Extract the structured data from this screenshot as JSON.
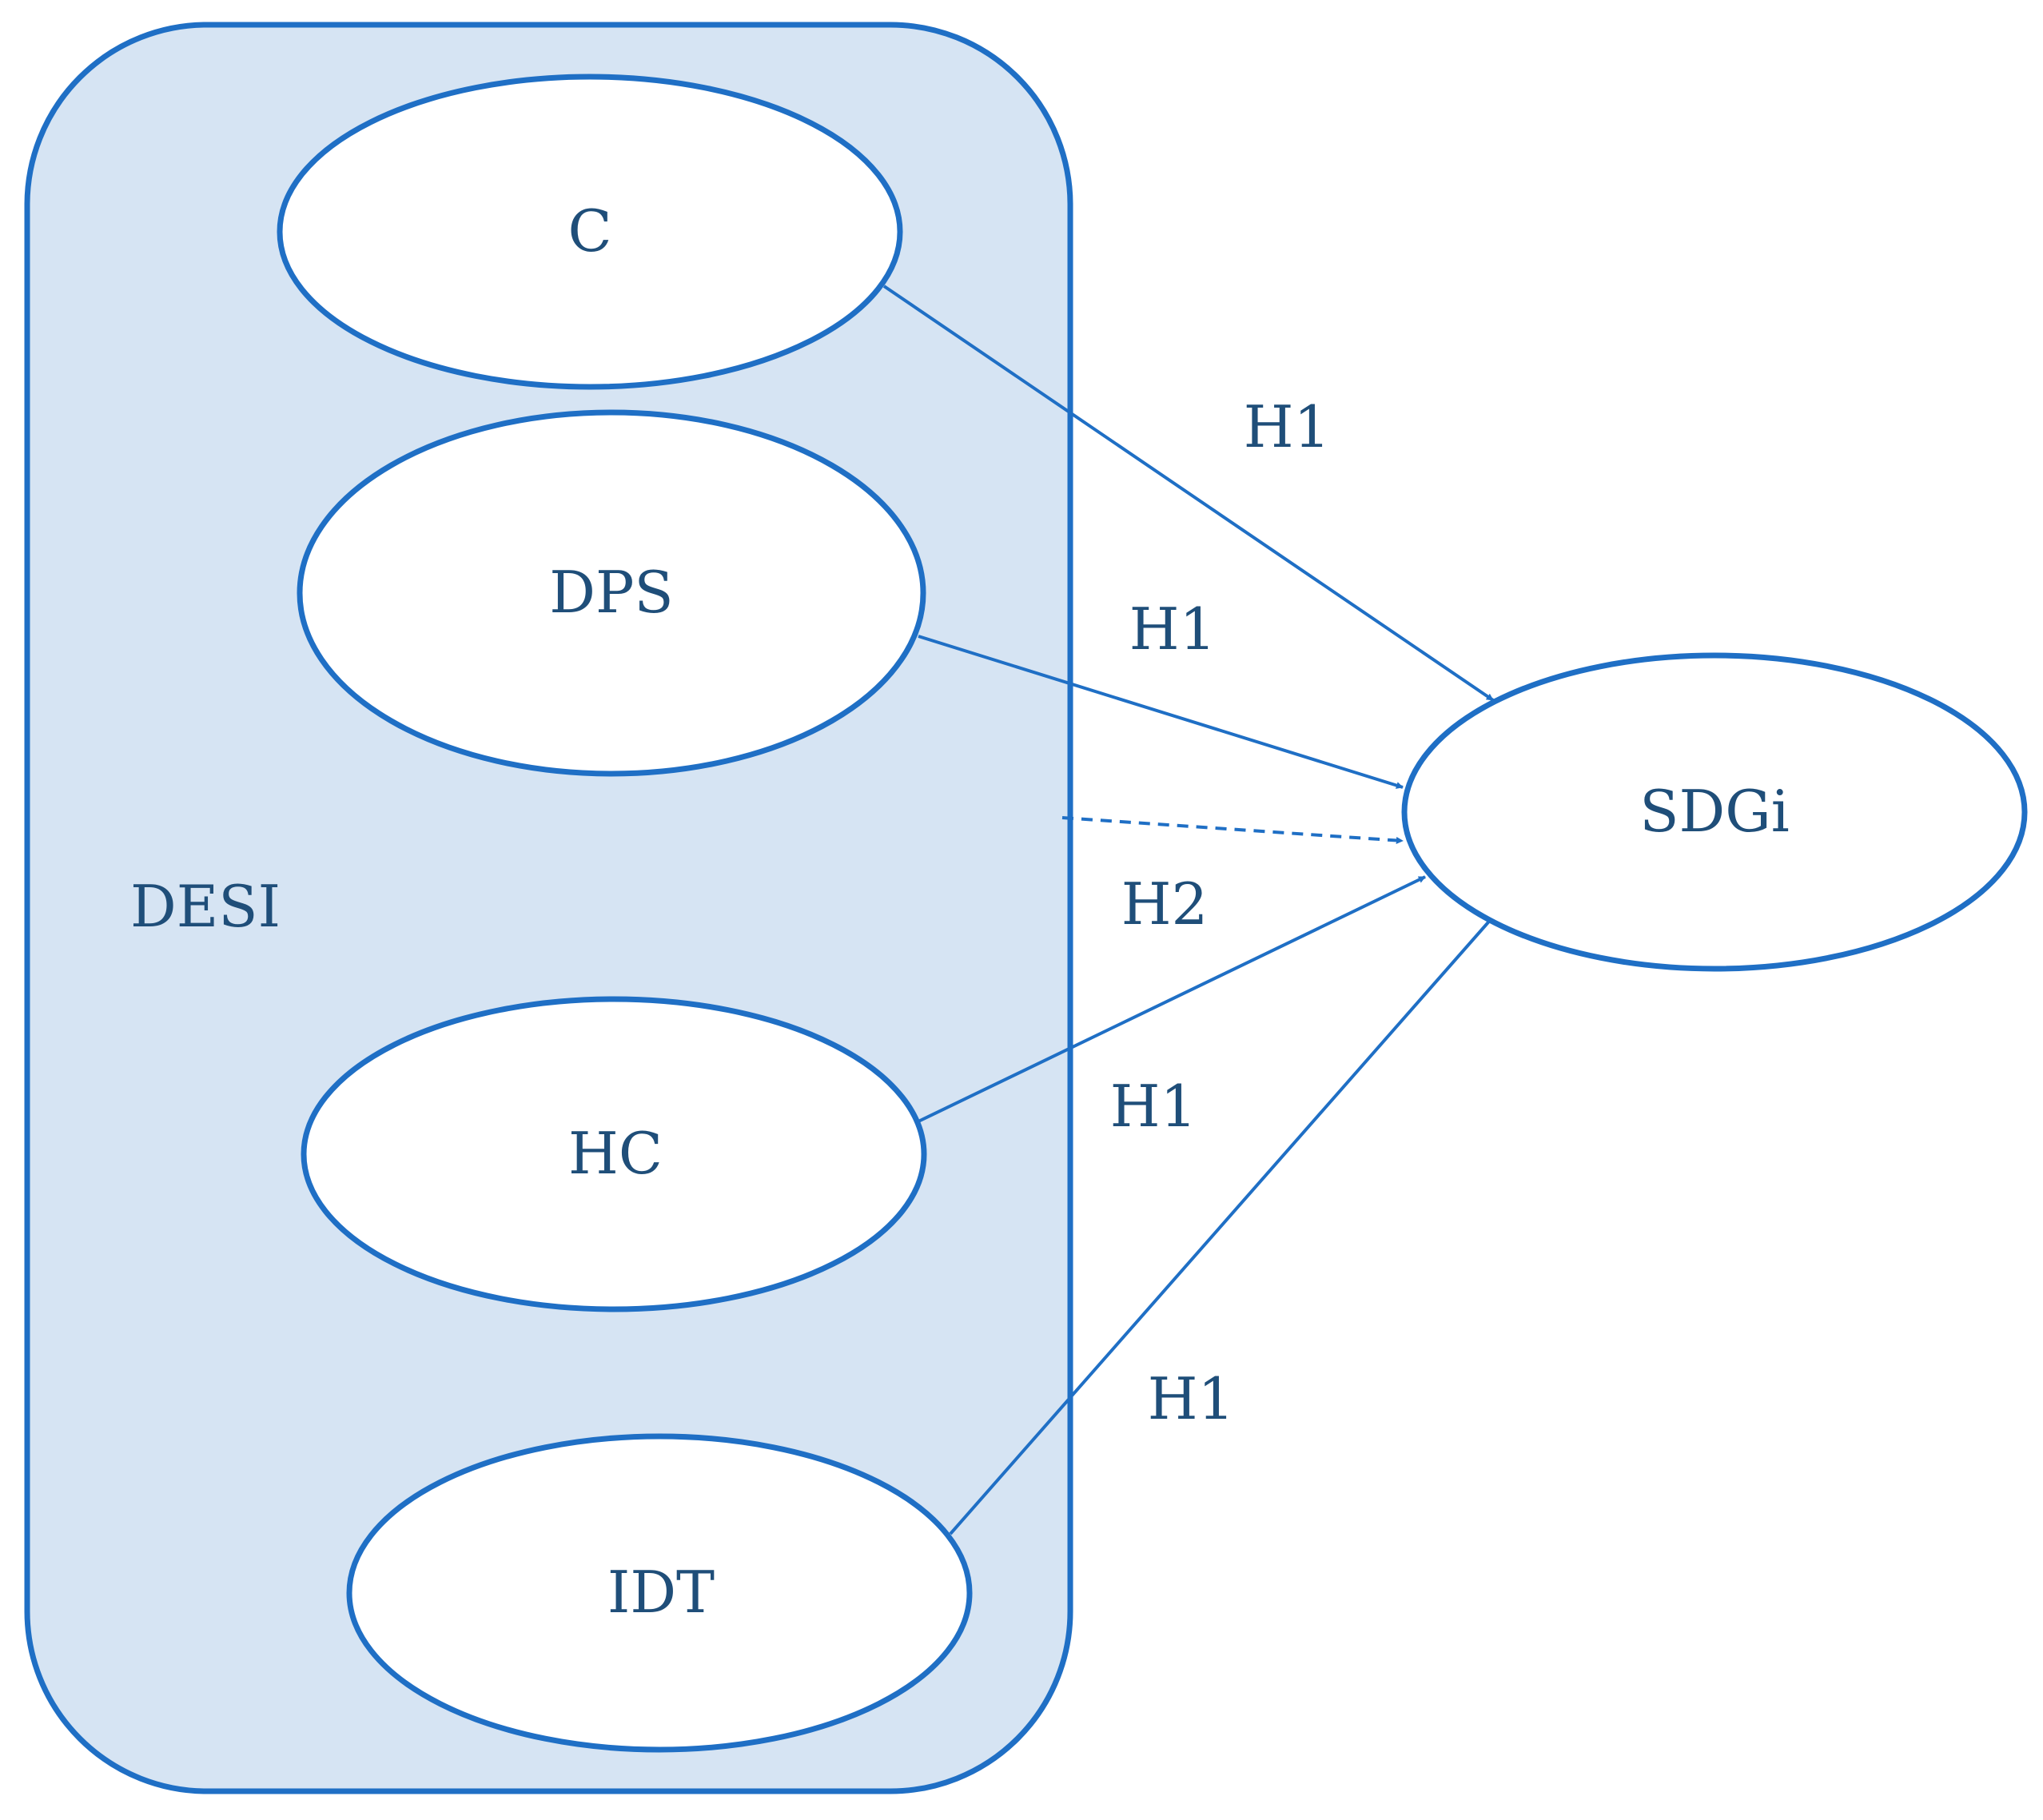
{
  "colors": {
    "accent": "#1f6fc5",
    "container_fill": "#d6e4f3",
    "node_fill": "#ffffff",
    "text": "#1f4e79"
  },
  "group": {
    "label": "DESI"
  },
  "nodes": {
    "c": "C",
    "dps": "DPS",
    "hc": "HC",
    "idt": "IDT",
    "sdgi": "SDGi"
  },
  "edges": [
    {
      "from": "C",
      "to": "SDGi",
      "label": "H1",
      "style": "solid"
    },
    {
      "from": "DPS",
      "to": "SDGi",
      "label": "H1",
      "style": "solid"
    },
    {
      "from": "DESI",
      "to": "SDGi",
      "label": "H2",
      "style": "dashed"
    },
    {
      "from": "HC",
      "to": "SDGi",
      "label": "H1",
      "style": "solid"
    },
    {
      "from": "IDT",
      "to": "SDGi",
      "label": "H1",
      "style": "solid"
    }
  ]
}
